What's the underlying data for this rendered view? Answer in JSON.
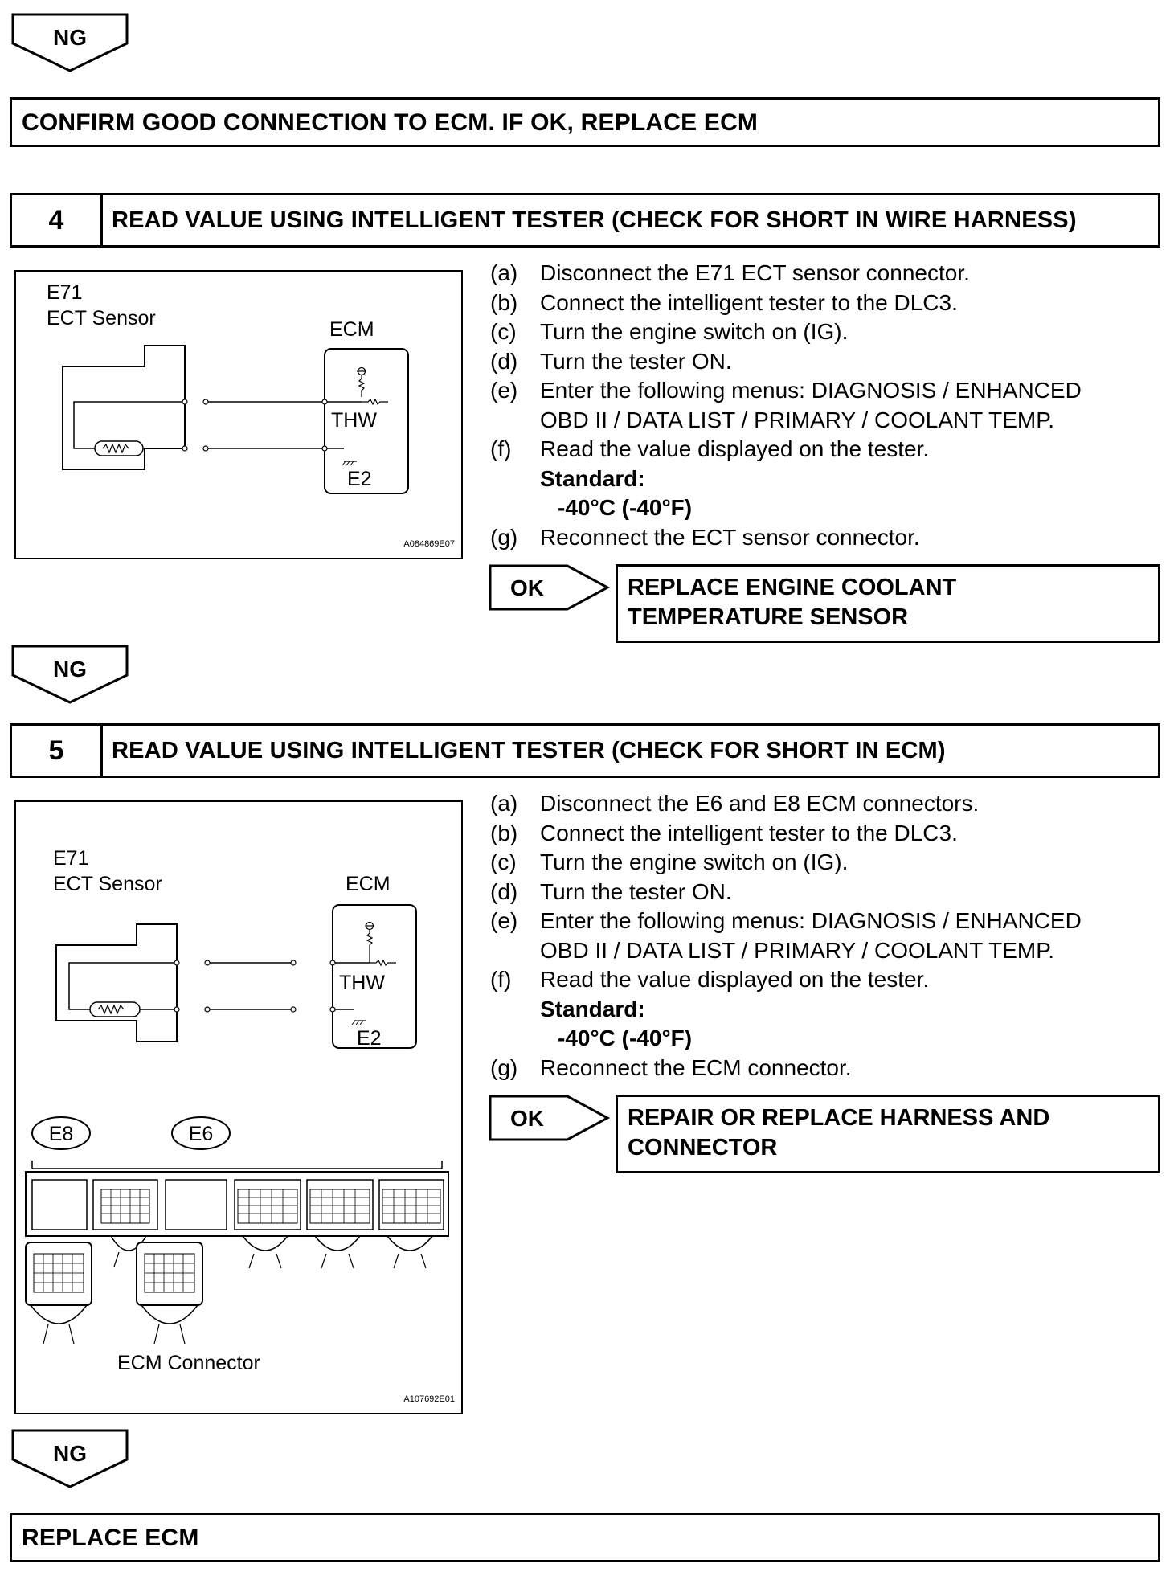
{
  "ng_label": "NG",
  "ok_label": "OK",
  "banner_top": "CONFIRM GOOD CONNECTION TO ECM. IF OK, REPLACE ECM",
  "steps": [
    {
      "number": "4",
      "title": "READ VALUE USING INTELLIGENT TESTER (CHECK FOR SHORT IN WIRE HARNESS)",
      "figure": {
        "connector_id": "E71",
        "sensor_name": "ECT Sensor",
        "ecm_label": "ECM",
        "pin_thw": "THW",
        "pin_e2": "E2",
        "figure_code": "A084869E07"
      },
      "instructions": [
        {
          "label": "(a)",
          "text": "Disconnect the E71 ECT sensor connector."
        },
        {
          "label": "(b)",
          "text": "Connect the intelligent tester to the DLC3."
        },
        {
          "label": "(c)",
          "text": "Turn the engine switch on (IG)."
        },
        {
          "label": "(d)",
          "text": "Turn the tester ON."
        },
        {
          "label": "(e)",
          "text": "Enter the following menus: DIAGNOSIS / ENHANCED"
        },
        {
          "label": "",
          "text": "OBD II / DATA LIST / PRIMARY / COOLANT TEMP."
        },
        {
          "label": "(f)",
          "text": "Read the value displayed on the tester."
        }
      ],
      "standard_label": "Standard:",
      "standard_value": "-40°C (-40°F)",
      "final_instruction": {
        "label": "(g)",
        "text": "Reconnect the ECT sensor connector."
      },
      "ok_result": [
        "REPLACE ENGINE COOLANT",
        "TEMPERATURE SENSOR"
      ]
    },
    {
      "number": "5",
      "title": "READ VALUE USING INTELLIGENT TESTER (CHECK FOR SHORT IN ECM)",
      "figure": {
        "connector_id": "E71",
        "sensor_name": "ECT Sensor",
        "ecm_label": "ECM",
        "pin_thw": "THW",
        "pin_e2": "E2",
        "conn_e8": "E8",
        "conn_e6": "E6",
        "ecm_connector_label": "ECM Connector",
        "figure_code": "A107692E01"
      },
      "instructions": [
        {
          "label": "(a)",
          "text": "Disconnect the E6 and E8 ECM connectors."
        },
        {
          "label": "(b)",
          "text": "Connect the intelligent tester to the DLC3."
        },
        {
          "label": "(c)",
          "text": "Turn the engine switch on (IG)."
        },
        {
          "label": "(d)",
          "text": "Turn the tester ON."
        },
        {
          "label": "(e)",
          "text": "Enter the following menus: DIAGNOSIS / ENHANCED"
        },
        {
          "label": "",
          "text": "OBD II / DATA LIST / PRIMARY / COOLANT TEMP."
        },
        {
          "label": "(f)",
          "text": "Read the value displayed on the tester."
        }
      ],
      "standard_label": "Standard:",
      "standard_value": "-40°C (-40°F)",
      "final_instruction": {
        "label": "(g)",
        "text": "Reconnect the ECM connector."
      },
      "ok_result": [
        "REPAIR OR REPLACE HARNESS AND",
        "CONNECTOR"
      ]
    }
  ],
  "banner_bottom": "REPLACE ECM"
}
